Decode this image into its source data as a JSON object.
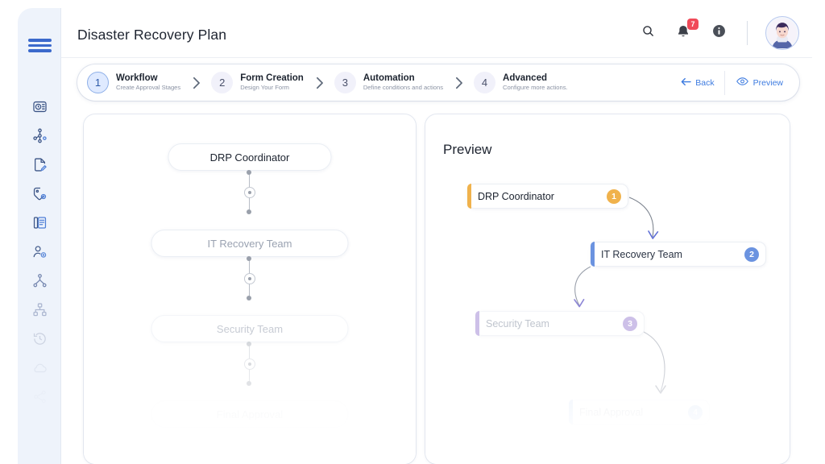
{
  "header": {
    "title": "Disaster Recovery Plan",
    "search_icon": "search-icon",
    "notifications_icon": "bell-icon",
    "notifications_count": "7",
    "info_icon": "info-icon",
    "avatar_label": "user-avatar"
  },
  "sidebar": {
    "menu_icon": "hamburger-menu-icon",
    "items": [
      {
        "icon": "dashboard-clock-icon",
        "opacity": 1
      },
      {
        "icon": "workflow-nodes-icon",
        "opacity": 1
      },
      {
        "icon": "document-edit-icon",
        "opacity": 1
      },
      {
        "icon": "settings-tag-icon",
        "opacity": 1
      },
      {
        "icon": "documents-stack-icon",
        "opacity": 1
      },
      {
        "icon": "user-add-icon",
        "opacity": 0.92
      },
      {
        "icon": "hierarchy-icon",
        "opacity": 0.78
      },
      {
        "icon": "org-chart-icon",
        "opacity": 0.5
      },
      {
        "icon": "history-icon",
        "opacity": 0.33
      },
      {
        "icon": "cloud-icon",
        "opacity": 0.18
      },
      {
        "icon": "share-icon",
        "opacity": 0.09
      }
    ]
  },
  "stepper": {
    "steps": [
      {
        "num": "1",
        "title": "Workflow",
        "subtitle": "Create Approval Stages",
        "active": true
      },
      {
        "num": "2",
        "title": "Form Creation",
        "subtitle": "Design Your Form",
        "active": false
      },
      {
        "num": "3",
        "title": "Automation",
        "subtitle": "Define conditions and actions",
        "active": false
      },
      {
        "num": "4",
        "title": "Advanced",
        "subtitle": "Configure more actions.",
        "active": false
      }
    ],
    "back_label": "Back",
    "back_icon": "arrow-left-icon",
    "preview_label": "Preview",
    "preview_icon": "eye-icon",
    "accent_color": "#3d7be0"
  },
  "builder": {
    "nodes": [
      {
        "label": "DRP Coordinator",
        "primary": true
      },
      {
        "label": "IT Recovery Team",
        "primary": false
      },
      {
        "label": "Security Team",
        "primary": false
      },
      {
        "label": "Final Approval",
        "primary": false
      }
    ]
  },
  "preview": {
    "title": "Preview",
    "nodes": [
      {
        "label": "DRP Coordinator",
        "badge": "1",
        "color": "#f0b24c",
        "text_color": "#1b222e"
      },
      {
        "label": "IT Recovery Team",
        "badge": "2",
        "color": "#6b93e0",
        "text_color": "#2b3444"
      },
      {
        "label": "Security Team",
        "badge": "3",
        "color": "#b09bdb",
        "text_color": "#9aa2b1"
      },
      {
        "label": "Final Approval",
        "badge": "4",
        "color": "#8fb3e8",
        "text_color": "#c9cfd9"
      }
    ]
  }
}
